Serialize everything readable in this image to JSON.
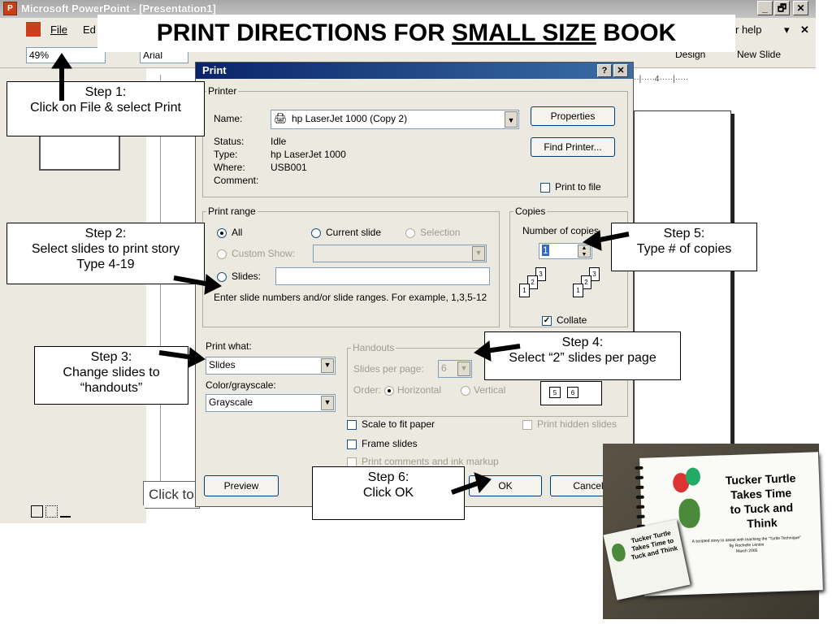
{
  "window": {
    "title": "Microsoft PowerPoint - [Presentation1]",
    "app_icon": "powerpoint-icon",
    "min": "_",
    "max": "🗗",
    "close": "✕"
  },
  "menu": {
    "file": "File",
    "edit": "Ed",
    "help_search": "r help",
    "help_dd": "▾",
    "close_doc": "✕"
  },
  "toolbar": {
    "zoom": "49%",
    "font": "Arial",
    "design": "Design",
    "new_slide": "New Slide",
    "ruler": "·····|·····4·····|·····"
  },
  "page_title": {
    "pre": "PRINT DIRECTIONS FOR ",
    "underlined": "SMALL SIZE",
    "post": " BOOK"
  },
  "dialog": {
    "title": "Print",
    "help_btn": "?",
    "close_btn": "✕",
    "printer": {
      "legend": "Printer",
      "name_label": "Name:",
      "name_value": "hp LaserJet 1000 (Copy 2)",
      "status_label": "Status:",
      "status_value": "Idle",
      "type_label": "Type:",
      "type_value": "hp LaserJet 1000",
      "where_label": "Where:",
      "where_value": "USB001",
      "comment_label": "Comment:",
      "properties": "Properties",
      "find_printer": "Find Printer...",
      "print_to_file": "Print to file"
    },
    "range": {
      "legend": "Print range",
      "all": "All",
      "current": "Current slide",
      "selection": "Selection",
      "custom": "Custom Show:",
      "slides": "Slides:",
      "hint": "Enter slide numbers and/or slide ranges. For example, 1,3,5-12"
    },
    "copies": {
      "legend": "Copies",
      "number_label": "Number of copies",
      "number_value": "1",
      "collate": "Collate"
    },
    "what": {
      "label": "Print what:",
      "value": "Slides",
      "color_label": "Color/grayscale:",
      "color_value": "Grayscale"
    },
    "handouts": {
      "legend": "Handouts",
      "per_page_label": "Slides per page:",
      "per_page_value": "6",
      "order_label": "Order:",
      "horizontal": "Horizontal",
      "vertical": "Vertical"
    },
    "options": {
      "scale": "Scale to fit paper",
      "frame": "Frame slides",
      "comments": "Print comments and ink markup",
      "hidden": "Print hidden slides"
    },
    "buttons": {
      "preview": "Preview",
      "ok": "OK",
      "cancel": "Cancel"
    }
  },
  "callouts": {
    "step1": {
      "line1": "Step 1:",
      "line2": "Click on File &  select Print"
    },
    "step2": {
      "line1": "Step 2:",
      "line2": "Select slides to print story",
      "line3": "Type 4-19"
    },
    "step3": {
      "line1": "Step 3:",
      "line2": "Change slides to",
      "line3": "“handouts”"
    },
    "step4": {
      "line1": "Step 4:",
      "line2": "Select “2” slides per page"
    },
    "step5": {
      "line1": "Step 5:",
      "line2": "Type # of copies"
    },
    "step6": {
      "line1": "Step 6:",
      "line2": "Click OK"
    }
  },
  "slide": {
    "click_to": "Click to"
  },
  "photo": {
    "title_l1": "Tucker Turtle",
    "title_l2": "Takes Time",
    "title_l3": "to Tuck and",
    "title_l4": "Think",
    "subtitle": "A scripted story to assist with teaching the “Turtle Technique”",
    "author": "By Rochelle Lentini",
    "date": "March 2005",
    "small_title": "Tucker Turtle Takes Time to Tuck and Think"
  },
  "colors": {
    "dialog_title": "#0a246a",
    "window_title": "#b0b0b0",
    "background": "#ece9e0"
  }
}
